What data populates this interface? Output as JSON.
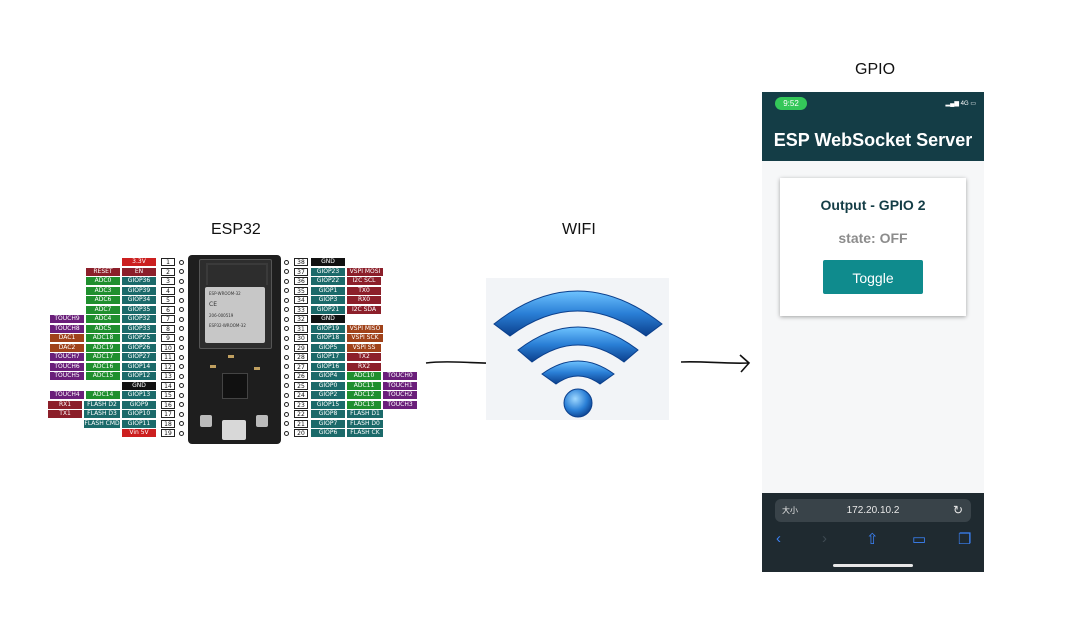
{
  "captions": {
    "esp": "ESP32",
    "wifi": "WIFI",
    "gpio": "GPIO"
  },
  "colors": {
    "red": "#cc1f1f",
    "green": "#1f8f2e",
    "teal": "#1b6a6a",
    "purple": "#6a1f7a",
    "maroon": "#8c1f2a",
    "brown": "#a0421a",
    "black": "#111111",
    "card_teal": "#143d46",
    "button_teal": "#0f8b8d"
  },
  "board": {
    "left_pins": [
      {
        "num": "1",
        "labels": [
          {
            "t": "3.3V",
            "c": "red"
          }
        ]
      },
      {
        "num": "2",
        "labels": [
          {
            "t": "RESET",
            "c": "maroon"
          },
          {
            "t": "EN",
            "c": "maroon"
          }
        ]
      },
      {
        "num": "3",
        "labels": [
          {
            "t": "ADC0",
            "c": "green"
          },
          {
            "t": "GIOP36",
            "c": "teal"
          }
        ]
      },
      {
        "num": "4",
        "labels": [
          {
            "t": "ADC3",
            "c": "green"
          },
          {
            "t": "GIOP39",
            "c": "teal"
          }
        ]
      },
      {
        "num": "5",
        "labels": [
          {
            "t": "ADC6",
            "c": "green"
          },
          {
            "t": "GIOP34",
            "c": "teal"
          }
        ]
      },
      {
        "num": "6",
        "labels": [
          {
            "t": "ADC7",
            "c": "green"
          },
          {
            "t": "GIOP35",
            "c": "teal"
          }
        ]
      },
      {
        "num": "7",
        "labels": [
          {
            "t": "TOUCH9",
            "c": "purple"
          },
          {
            "t": "ADC4",
            "c": "green"
          },
          {
            "t": "GIOP32",
            "c": "teal"
          }
        ]
      },
      {
        "num": "8",
        "labels": [
          {
            "t": "TOUCH8",
            "c": "purple"
          },
          {
            "t": "ADC5",
            "c": "green"
          },
          {
            "t": "GIOP33",
            "c": "teal"
          }
        ]
      },
      {
        "num": "9",
        "labels": [
          {
            "t": "DAC1",
            "c": "brown"
          },
          {
            "t": "ADC18",
            "c": "green"
          },
          {
            "t": "GIOP25",
            "c": "teal"
          }
        ]
      },
      {
        "num": "10",
        "labels": [
          {
            "t": "DAC2",
            "c": "brown"
          },
          {
            "t": "ADC19",
            "c": "green"
          },
          {
            "t": "GIOP26",
            "c": "teal"
          }
        ]
      },
      {
        "num": "11",
        "labels": [
          {
            "t": "TOUCH7",
            "c": "purple"
          },
          {
            "t": "ADC17",
            "c": "green"
          },
          {
            "t": "GIOP27",
            "c": "teal"
          }
        ]
      },
      {
        "num": "12",
        "labels": [
          {
            "t": "TOUCH6",
            "c": "purple"
          },
          {
            "t": "ADC16",
            "c": "green"
          },
          {
            "t": "GIOP14",
            "c": "teal"
          }
        ]
      },
      {
        "num": "13",
        "labels": [
          {
            "t": "TOUCH5",
            "c": "purple"
          },
          {
            "t": "ADC15",
            "c": "green"
          },
          {
            "t": "GIOP12",
            "c": "teal"
          }
        ]
      },
      {
        "num": "14",
        "labels": [
          {
            "t": "GND",
            "c": "black"
          }
        ]
      },
      {
        "num": "15",
        "labels": [
          {
            "t": "TOUCH4",
            "c": "purple"
          },
          {
            "t": "ADC14",
            "c": "green"
          },
          {
            "t": "GIOP13",
            "c": "teal"
          }
        ]
      },
      {
        "num": "16",
        "labels": [
          {
            "t": "RX1",
            "c": "maroon"
          },
          {
            "t": "FLASH D2",
            "c": "teal"
          },
          {
            "t": "GIOP9",
            "c": "teal"
          }
        ]
      },
      {
        "num": "17",
        "labels": [
          {
            "t": "TX1",
            "c": "maroon"
          },
          {
            "t": "FLASH D3",
            "c": "teal"
          },
          {
            "t": "GIOP10",
            "c": "teal"
          }
        ]
      },
      {
        "num": "18",
        "labels": [
          {
            "t": "FLASH CMD",
            "c": "teal"
          },
          {
            "t": "GIOP11",
            "c": "teal"
          }
        ]
      },
      {
        "num": "19",
        "labels": [
          {
            "t": "Vin 5V",
            "c": "red"
          }
        ]
      }
    ],
    "right_pins": [
      {
        "num": "38",
        "labels": [
          {
            "t": "GND",
            "c": "black"
          }
        ]
      },
      {
        "num": "37",
        "labels": [
          {
            "t": "GIOP23",
            "c": "teal"
          },
          {
            "t": "VSPI MOSI",
            "c": "maroon"
          }
        ]
      },
      {
        "num": "36",
        "labels": [
          {
            "t": "GIOP22",
            "c": "teal"
          },
          {
            "t": "I2C SCL",
            "c": "maroon"
          }
        ]
      },
      {
        "num": "35",
        "labels": [
          {
            "t": "GIOP1",
            "c": "teal"
          },
          {
            "t": "TX0",
            "c": "maroon"
          }
        ]
      },
      {
        "num": "34",
        "labels": [
          {
            "t": "GIOP3",
            "c": "teal"
          },
          {
            "t": "RX0",
            "c": "maroon"
          }
        ]
      },
      {
        "num": "33",
        "labels": [
          {
            "t": "GIOP21",
            "c": "teal"
          },
          {
            "t": "I2C SDA",
            "c": "maroon"
          }
        ]
      },
      {
        "num": "32",
        "labels": [
          {
            "t": "GND",
            "c": "black"
          }
        ]
      },
      {
        "num": "31",
        "labels": [
          {
            "t": "GIOP19",
            "c": "teal"
          },
          {
            "t": "VSPI MISO",
            "c": "brown"
          }
        ]
      },
      {
        "num": "30",
        "labels": [
          {
            "t": "GIOP18",
            "c": "teal"
          },
          {
            "t": "VSPI SCK",
            "c": "brown"
          }
        ]
      },
      {
        "num": "29",
        "labels": [
          {
            "t": "GIOP5",
            "c": "teal"
          },
          {
            "t": "VSPI SS",
            "c": "brown"
          }
        ]
      },
      {
        "num": "28",
        "labels": [
          {
            "t": "GIOP17",
            "c": "teal"
          },
          {
            "t": "TX2",
            "c": "maroon"
          }
        ]
      },
      {
        "num": "27",
        "labels": [
          {
            "t": "GIOP16",
            "c": "teal"
          },
          {
            "t": "RX2",
            "c": "maroon"
          }
        ]
      },
      {
        "num": "26",
        "labels": [
          {
            "t": "GIOP4",
            "c": "teal"
          },
          {
            "t": "ADC10",
            "c": "green"
          },
          {
            "t": "TOUCH0",
            "c": "purple"
          }
        ]
      },
      {
        "num": "25",
        "labels": [
          {
            "t": "GIOP0",
            "c": "teal"
          },
          {
            "t": "ADC11",
            "c": "green"
          },
          {
            "t": "TOUCH1",
            "c": "purple"
          }
        ]
      },
      {
        "num": "24",
        "labels": [
          {
            "t": "GIOP2",
            "c": "teal"
          },
          {
            "t": "ADC12",
            "c": "green"
          },
          {
            "t": "TOUCH2",
            "c": "purple"
          }
        ]
      },
      {
        "num": "23",
        "labels": [
          {
            "t": "GIOP15",
            "c": "teal"
          },
          {
            "t": "ADC13",
            "c": "green"
          },
          {
            "t": "TOUCH3",
            "c": "purple"
          }
        ]
      },
      {
        "num": "22",
        "labels": [
          {
            "t": "GIOP8",
            "c": "teal"
          },
          {
            "t": "FLASH D1",
            "c": "teal"
          }
        ]
      },
      {
        "num": "21",
        "labels": [
          {
            "t": "GIOP7",
            "c": "teal"
          },
          {
            "t": "FLASH D0",
            "c": "teal"
          }
        ]
      },
      {
        "num": "20",
        "labels": [
          {
            "t": "GIOP6",
            "c": "teal"
          },
          {
            "t": "FLASH CK",
            "c": "teal"
          }
        ]
      }
    ],
    "module_text": [
      "ESP-WROOM-32",
      "CE",
      "206-000519",
      "ESP32-WROOM-32"
    ]
  },
  "phone": {
    "time": "9:52",
    "network": "4G",
    "app_title": "ESP WebSocket Server",
    "card_title": "Output - GPIO 2",
    "state_text": "state: OFF",
    "toggle_label": "Toggle",
    "url_left": "大小",
    "url": "172.20.10.2",
    "icons": [
      "reload-icon",
      "back-icon",
      "forward-icon",
      "share-icon",
      "bookmarks-icon",
      "tabs-icon"
    ]
  }
}
